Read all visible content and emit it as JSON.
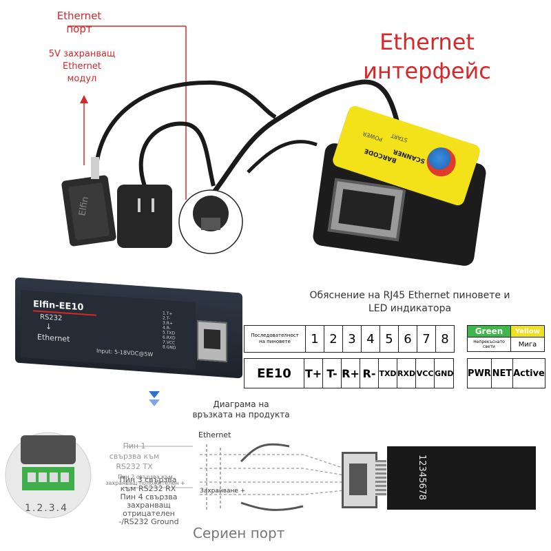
{
  "top": {
    "ethernet_port_label": "Ethernet\nпорт",
    "power_module_label": "5V захранващ\nEthernet\nмодул",
    "interface_title": "Ethernet\nинтерфейс",
    "scanner_text_1": "BARCODE",
    "scanner_text_2": "SCANNER",
    "scanner_text_3": "POWER",
    "scanner_text_4": "START",
    "module_logo": "Elfin"
  },
  "converter": {
    "name": "Elfin-EE10",
    "label_rs232": "RS232",
    "label_arrow": "↓",
    "label_ethernet": "Ethernet",
    "input_label": "Input: 5-18VDC@5W",
    "pins_list": "1.T+\n2.T-\n3.R+\n4.R-\n5.TXD\n6.RXD\n7.VCC\n8.GND"
  },
  "pin_table": {
    "caption": "Обяснение на RJ45 Ethernet пиновете и\nLED индикатора",
    "sequence_label": "Последователност\nна пиновете",
    "numbers": [
      "1",
      "2",
      "3",
      "4",
      "5",
      "6",
      "7",
      "8"
    ],
    "product": "EE10",
    "signals": [
      "T+",
      "T-",
      "R+",
      "R-",
      "TXD",
      "RXD",
      "VCC",
      "GND"
    ],
    "led_green": "Green",
    "led_yellow": "Yellow",
    "led_steady": "Непрекъснато\nсвети",
    "led_blink": "Мига",
    "led_pwr": "PWR",
    "led_net": "NET",
    "led_active": "Active"
  },
  "bottom": {
    "connection_title": "Диаграма на\nвръзката на продукта",
    "ethernet_label": "Ethernet",
    "power_label": "Захранване +",
    "pin1_text": "Пин 1\nсвързва към\nRS232 TX",
    "pin2_text": "Пин 2 свързва към\nзахранващ положителен +",
    "pin3_text": "Пин 3 свързва\nкъм RS232 RX",
    "pin4_text": "Пин 4 свързва\nзахранващ\nотрицателен\n-/RS232 Ground",
    "terminal_numbers": "1.2.3.4",
    "ribbon_numbers": "12345678",
    "serial_port": "Сериен порт"
  }
}
